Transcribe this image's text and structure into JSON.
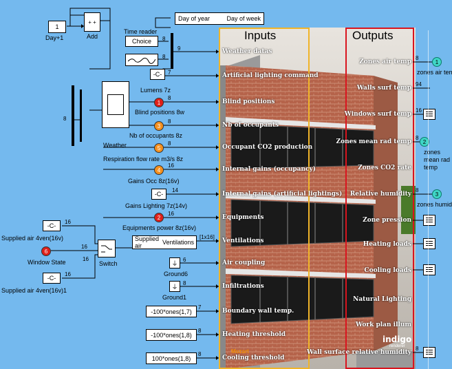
{
  "panels": {
    "inputs_title": "Inputs",
    "outputs_title": "Outputs"
  },
  "blocks": {
    "const_1": "1",
    "day_plus_1": "Day+1",
    "add": "Add",
    "day_of_year": "Day of year",
    "day_of_week": "Day of week",
    "time_reader": "Time reader",
    "choice": "Choice",
    "const_c": "-C-",
    "lumens": "Lumens 7z",
    "weather": "Weather",
    "blind_positions": "Blind positions 8w",
    "nb_occupants": "Nb of occupants 8z",
    "respiration": "Respiration flow rate m3/s 8z",
    "gains_occ": "Gains Occ 8z(16v)",
    "gains_lighting": "Gains Lighting 7z(14v)",
    "equipments_power": "Equipments power 8z(16v)",
    "supplied_air_1": "Supplied air 4ven(16v)",
    "window_state": "Window State",
    "switch": "Switch",
    "supplied_air_2": "Supplied air 4ven(16v)1",
    "supplied_air_block": "Supplied air",
    "ventilations_block": "Ventilations",
    "ground6": "Ground6",
    "ground1": "Ground1",
    "bwt_expr": "-100*ones(1,7)",
    "heat_expr": "-100*ones(1,8)",
    "cool_expr": "100*ones(1,8)"
  },
  "circles": {
    "blind": "1",
    "occ": "3",
    "resp": "5",
    "gains": "4",
    "equip": "2",
    "window": "6",
    "out1": "1",
    "out2": "2",
    "out3": "3"
  },
  "signal_labels": {
    "s9": "9",
    "s8a": "8",
    "s8b": "8",
    "s7": "7",
    "s8c": "8",
    "s8d": "8",
    "s8e": "8",
    "s16a": "16",
    "s14": "14",
    "s16b": "16",
    "s16c": "16",
    "s16d": "16",
    "s16e": "16",
    "s16f": "16",
    "s1x16": "[1x16]",
    "s6": "6",
    "s8f": "8",
    "s7b": "7",
    "s8g": "8",
    "s8h": "8",
    "s8left": "8",
    "o8a": "8",
    "o8b": "8",
    "o94": "94",
    "o16": "16",
    "o8c": "8",
    "o8d": "8"
  },
  "inputs": [
    "Weather datas",
    "Artificial lighting command",
    "Blind positions",
    "Nb of occupants",
    "Occupant CO2 production",
    "Internal gains (occupancy)",
    "Internal gains (artificial lightings)",
    "Equipments",
    "Ventilations",
    "Air coupling",
    "Infiltrations",
    "Boundary wall temp.",
    "Heating threshold",
    "Cooling threshold"
  ],
  "outputs": [
    "Zones air temp",
    "Walls surf temp",
    "Windows surf temp",
    "Zones mean rad temp",
    "Zones CO2 rate",
    "Relative humidity",
    "Zone pression",
    "Heating loads",
    "Cooling loads",
    "Natural Lighting",
    "Work plan illum",
    "Wall surface relative humidity"
  ],
  "right_labels": {
    "zones_air_temp": "zones air temp",
    "zones_mean_rad": "zones mean rad temp",
    "zones_humid": "zones humid"
  },
  "branding": {
    "mozart": "Mozart",
    "indigo": "indigo",
    "indigo_sub": "renderer"
  },
  "colors": {
    "background": "#74b9ee",
    "inputs_border": "#f0b429",
    "outputs_border": "#d9141e",
    "brick": "#b5634a"
  }
}
